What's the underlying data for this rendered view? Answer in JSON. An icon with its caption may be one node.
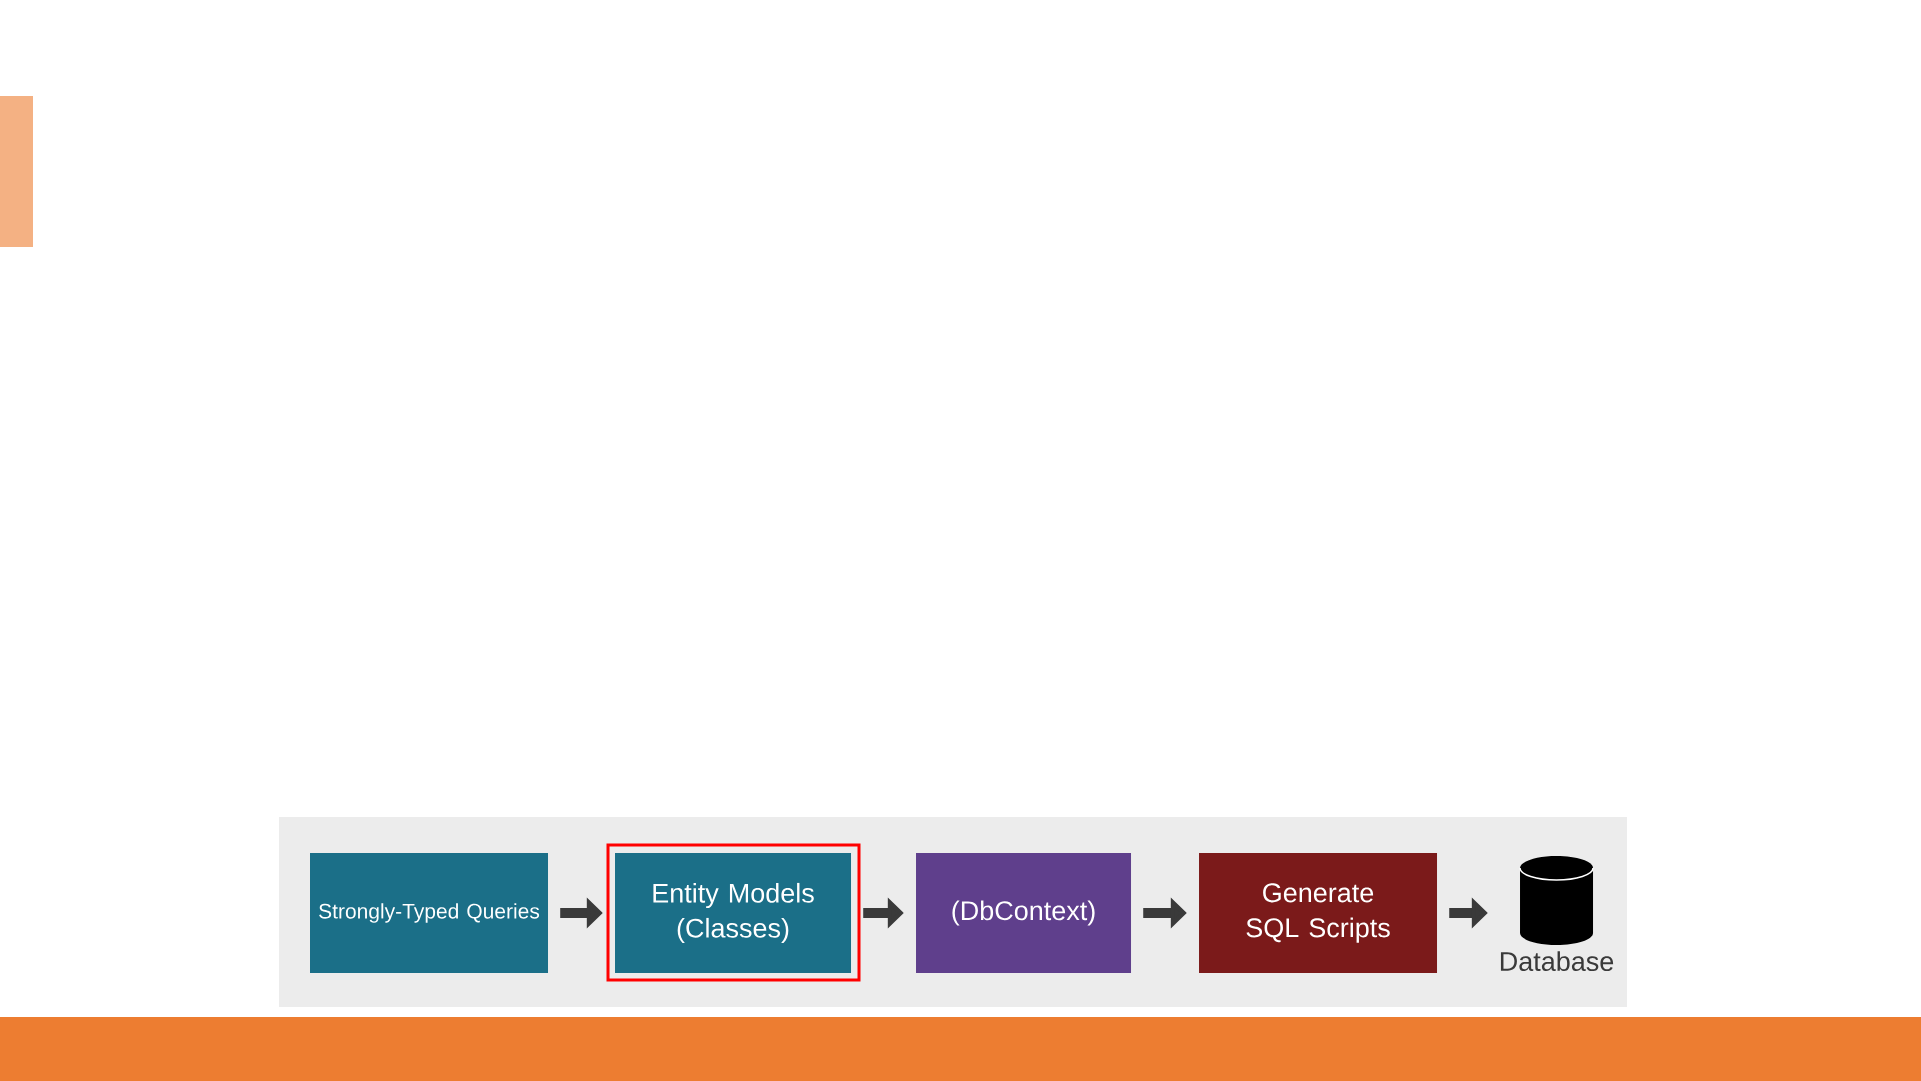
{
  "diagram": {
    "nodes": [
      {
        "text": [
          "Strongly-Typed Queries"
        ]
      },
      {
        "text": [
          "Entity Models (Classes)"
        ]
      },
      {
        "text": [
          "(DbContext)"
        ]
      },
      {
        "text": [
          "Generate SQL Scripts"
        ]
      },
      {
        "text": [
          "Database"
        ]
      }
    ],
    "edges": [
      {
        "from": 0,
        "to": 1,
        "arrow": "to"
      },
      {
        "from": 1,
        "to": 2,
        "arrow": "to"
      },
      {
        "from": 2,
        "to": 3,
        "arrow": "to"
      },
      {
        "from": 3,
        "to": 4,
        "arrow": "to"
      }
    ]
  }
}
